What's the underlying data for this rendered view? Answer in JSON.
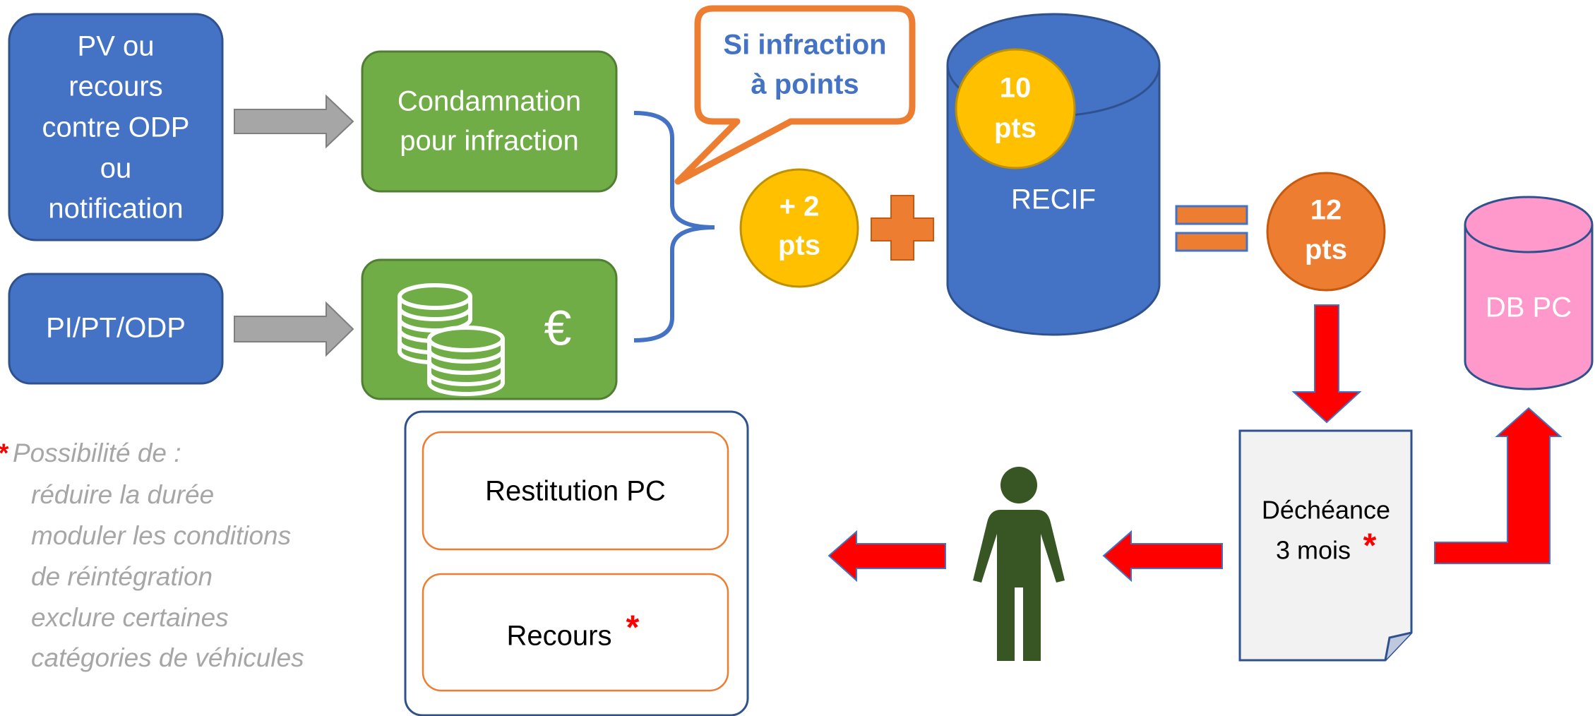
{
  "colors": {
    "blue_box": "#4472C4",
    "green_box": "#70AD47",
    "yellow_circle": "#FFC000",
    "orange": "#ED7D31",
    "pink_db": "#FF99CC",
    "grey_arrow": "#A6A6A6",
    "red_arrow": "#FF0000",
    "person": "#375623",
    "note_text": "#A6A6A6",
    "document_fill": "#F2F2F2"
  },
  "boxes": {
    "pv_lines": [
      "PV ou",
      "recours",
      "contre ODP",
      "ou",
      "notification"
    ],
    "pi": "PI/PT/ODP",
    "condamnation_lines": [
      "Condamnation",
      "pour infraction"
    ],
    "euro": "€"
  },
  "callout_lines": [
    "Si infraction",
    "à points"
  ],
  "plus_two": {
    "line1": "+ 2",
    "line2": "pts"
  },
  "recif": {
    "label": "RECIF",
    "badge_line1": "10",
    "badge_line2": "pts"
  },
  "total": {
    "line1": "12",
    "line2": "pts"
  },
  "db_pc": "DB PC",
  "decheance": {
    "line1": "Déchéance",
    "line2": "3 mois",
    "star": "*"
  },
  "restitution": "Restitution PC",
  "recours": {
    "label": "Recours",
    "star": "*"
  },
  "note": {
    "star": "*",
    "title": "Possibilité de :",
    "lines": [
      "réduire la durée",
      "moduler les conditions",
      "de réintégration",
      "exclure certaines",
      "catégories de véhicules"
    ]
  },
  "icons": [
    "coins-icon",
    "person-icon",
    "document-icon"
  ]
}
